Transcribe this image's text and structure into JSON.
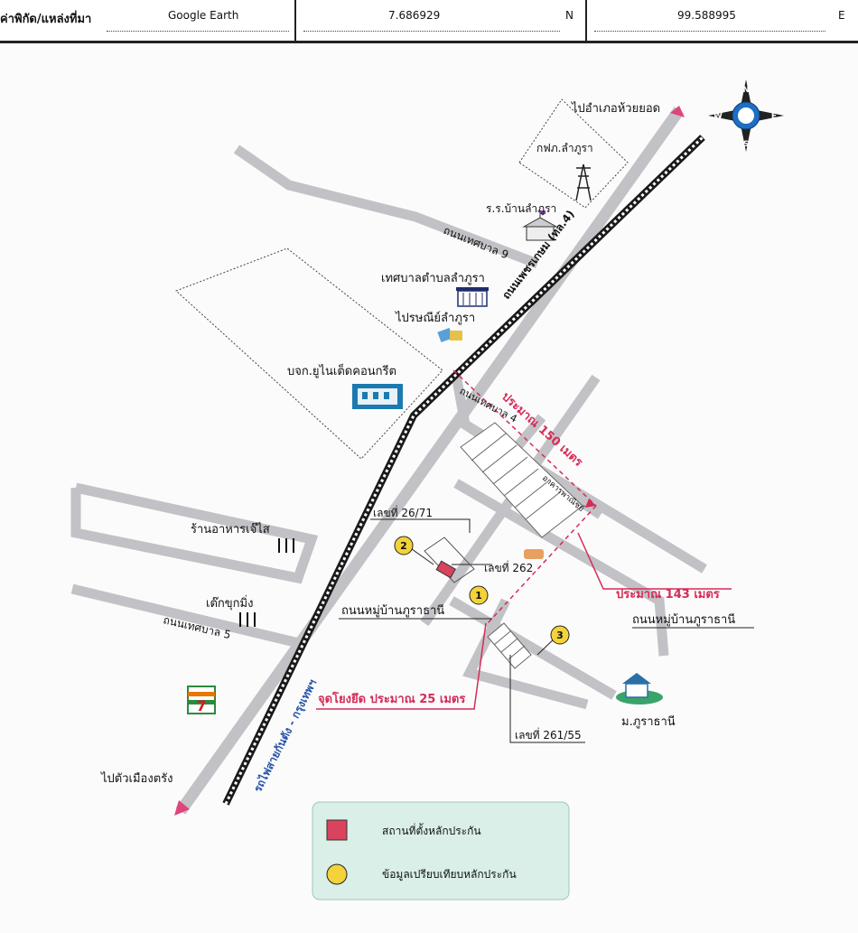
{
  "header": {
    "coord_source_label": "ค่าพิกัด/แหล่งที่มา",
    "source": "Google Earth",
    "latitude": "7.686929",
    "lat_dir": "N",
    "longitude": "99.588995",
    "lon_dir": "E"
  },
  "compass": {
    "n": "N",
    "s": "S",
    "e": "E",
    "w": "W"
  },
  "places": {
    "to_huai_yot": "ไปอำเภอห้วยยอด",
    "pea": "กฟภ.ลำภูรา",
    "school": "ร.ร.บ้านลำภูรา",
    "municipality": "เทศบาลตำบลลำภูรา",
    "post_office": "ไปรษณีย์ลำภูรา",
    "company": "บจก.ยูไนเต็ดคอนกรีต",
    "restaurant": "ร้านอาหารเจ๊ไส",
    "noodle_shop": "เต๊กขุกมิ่ง",
    "to_trang": "ไปตัวเมืองตรัง",
    "village": "ม.ภูราธานี",
    "seven_eleven": "7"
  },
  "roads": {
    "tessaban9": "ถนนเทศบาล 9",
    "phetkasem": "ถนนเพชรเกษม (ทล.4)",
    "tessaban4": "ถนนเทศบาล 4",
    "tessaban5": "ถนนเทศบาล 5",
    "village_road_left": "ถนนหมู่บ้านภูราธานี",
    "village_road_right": "ถนนหมู่บ้านภูราธานี",
    "railway": "รถไฟสายกันตัง - กรุงเทพฯ",
    "shophouse": "อาคารพาณิชย์"
  },
  "annotations": {
    "dist_150": "ประมาณ 150 เมตร",
    "dist_143": "ประมาณ 143 เมตร",
    "ref_25": "จุดโยงยึด ประมาณ 25 เมตร",
    "no_2671": "เลขที่ 26/71",
    "no_262": "เลขที่ 262",
    "no_26155": "เลขที่ 261/55"
  },
  "markers": [
    {
      "label": "1"
    },
    {
      "label": "2"
    },
    {
      "label": "3"
    }
  ],
  "legend": {
    "collateral": "สถานที่ตั้งหลักประกัน",
    "comparison": "ข้อมูลเปรียบเทียบหลักประกัน"
  },
  "colors": {
    "road": "#c2c2c6",
    "railway": "#1a1a1a",
    "highway_arrow": "#e0457a",
    "annotation": "#d62b57",
    "marker": "#f3d23a",
    "subject": "#d9435e",
    "legend_bg": "#d9efe8",
    "rail_label": "#2553a8"
  }
}
